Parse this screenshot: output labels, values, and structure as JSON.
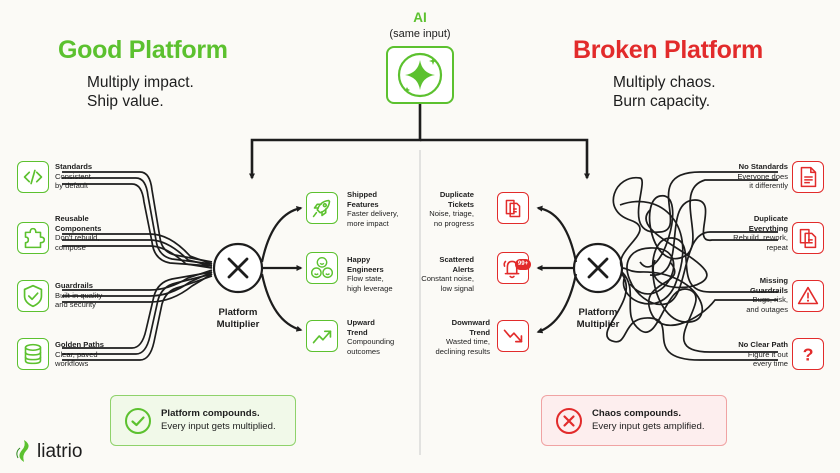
{
  "ai": {
    "title": "AI",
    "subtitle": "(same input)"
  },
  "good": {
    "title": "Good Platform",
    "tagline": [
      "Multiply impact.",
      "Ship value."
    ],
    "multiplier": [
      "Platform",
      "Multiplier"
    ],
    "inputs": [
      {
        "icon": "code-icon",
        "title": [
          "Standards"
        ],
        "desc": [
          "Consistent",
          "by default"
        ]
      },
      {
        "icon": "puzzle-icon",
        "title": [
          "Reusable",
          "Components"
        ],
        "desc": [
          "Don't rebuild,",
          "compose"
        ]
      },
      {
        "icon": "shield-check-icon",
        "title": [
          "Guardrails"
        ],
        "desc": [
          "Built-in quality",
          "and security"
        ]
      },
      {
        "icon": "database-icon",
        "title": [
          "Golden Paths"
        ],
        "desc": [
          "Clear, paved",
          "workflows"
        ]
      }
    ],
    "outputs": [
      {
        "icon": "rocket-icon",
        "title": [
          "Shipped",
          "Features"
        ],
        "desc": [
          "Faster delivery,",
          "more impact"
        ]
      },
      {
        "icon": "happy-faces-icon",
        "title": [
          "Happy",
          "Engineers"
        ],
        "desc": [
          "Flow state,",
          "high leverage"
        ]
      },
      {
        "icon": "trend-up-icon",
        "title": [
          "Upward",
          "Trend"
        ],
        "desc": [
          "Compounding",
          "outcomes"
        ]
      }
    ],
    "footer": {
      "title": "Platform compounds.",
      "text": "Every input gets multiplied."
    }
  },
  "broken": {
    "title": "Broken Platform",
    "tagline": [
      "Multiply chaos.",
      "Burn capacity."
    ],
    "multiplier": [
      "Platform",
      "Multiplier"
    ],
    "inputs": [
      {
        "icon": "document-icon",
        "title": [
          "No Standards"
        ],
        "desc": [
          "Everyone does",
          "it differently"
        ]
      },
      {
        "icon": "duplicate-doc-icon",
        "title": [
          "Duplicate",
          "Everything"
        ],
        "desc": [
          "Rebuild, rework,",
          "repeat"
        ]
      },
      {
        "icon": "warning-icon",
        "title": [
          "Missing",
          "Guardrails"
        ],
        "desc": [
          "Bugs, risk,",
          "and outages"
        ]
      },
      {
        "icon": "question-icon",
        "title": [
          "No Clear Path"
        ],
        "desc": [
          "Figure it out",
          "every time"
        ]
      }
    ],
    "outputs": [
      {
        "icon": "duplicate-tickets-icon",
        "title": [
          "Duplicate",
          "Tickets"
        ],
        "desc": [
          "Noise, triage,",
          "no progress"
        ]
      },
      {
        "icon": "bell-alert-icon",
        "badge": "99+",
        "title": [
          "Scattered",
          "Alerts"
        ],
        "desc": [
          "Constant noise,",
          "low signal"
        ]
      },
      {
        "icon": "trend-down-icon",
        "title": [
          "Downward",
          "Trend"
        ],
        "desc": [
          "Wasted time,",
          "declining results"
        ]
      }
    ],
    "footer": {
      "title": "Chaos compounds.",
      "text": "Every input gets amplified."
    }
  },
  "brand": {
    "name": "liatrio"
  },
  "colors": {
    "green": "#5cc12f",
    "red": "#e22b2b",
    "dark": "#1d1d1d"
  }
}
